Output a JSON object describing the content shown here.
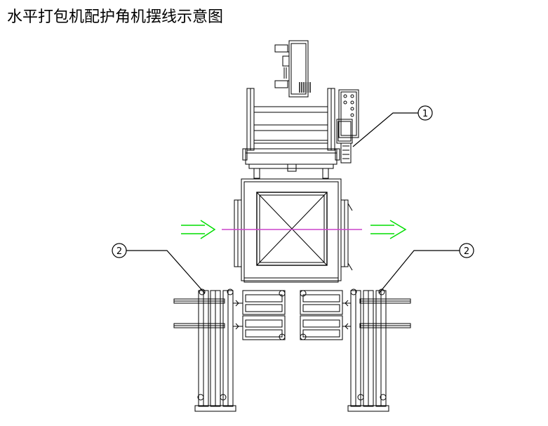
{
  "title": "水平打包机配护角机摆线示意图",
  "callouts": {
    "one": "1",
    "two_left": "2",
    "two_right": "2"
  },
  "colors": {
    "line": "#000000",
    "flow_arrow": "#00dd00",
    "flow_line": "#cc44cc"
  }
}
